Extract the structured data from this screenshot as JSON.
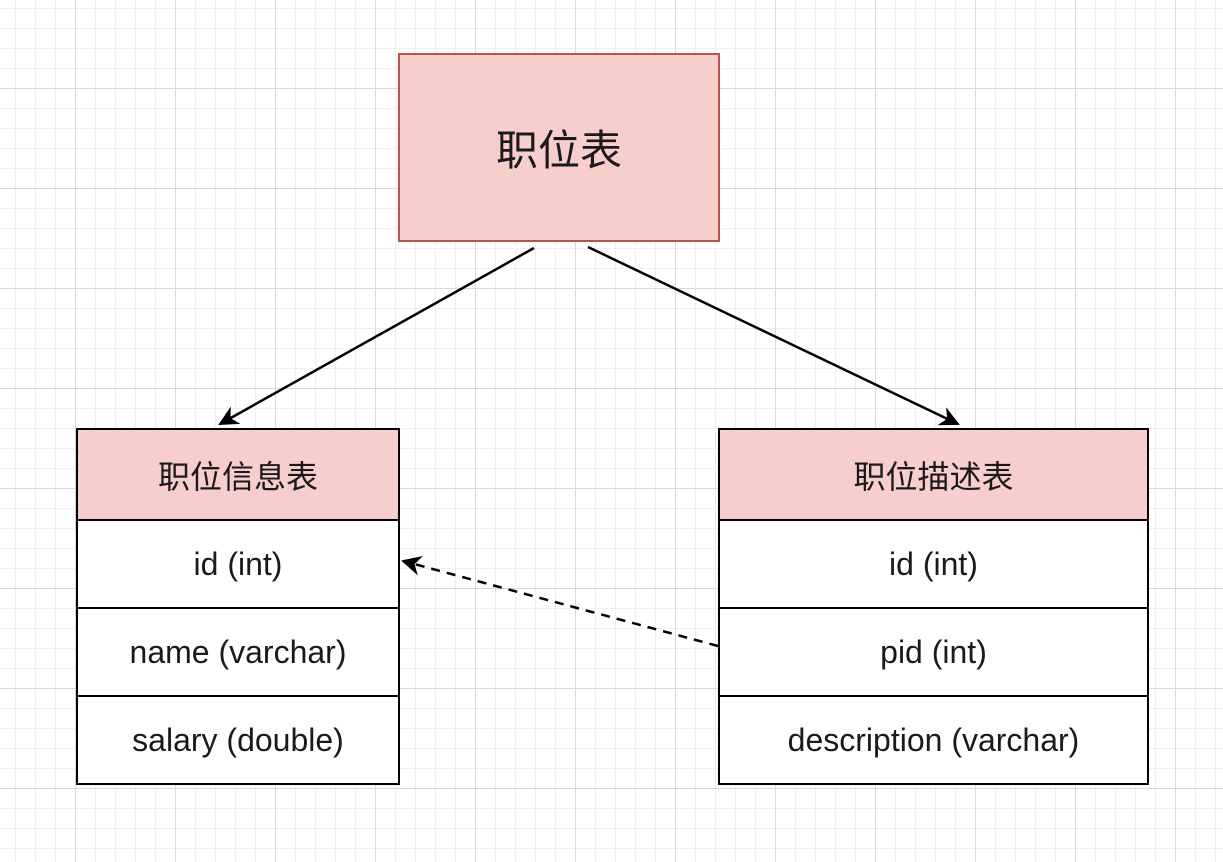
{
  "root": {
    "label": "职位表"
  },
  "tables": [
    {
      "title": "职位信息表",
      "fields": [
        "id (int)",
        "name (varchar)",
        "salary (double)"
      ]
    },
    {
      "title": "职位描述表",
      "fields": [
        "id (int)",
        "pid (int)",
        "description (varchar)"
      ]
    }
  ],
  "connectors": [
    {
      "from": "root",
      "to": "tables.0",
      "style": "solid-arrow"
    },
    {
      "from": "root",
      "to": "tables.1",
      "style": "solid-arrow"
    },
    {
      "from": "tables.1.fields.1",
      "to": "tables.0.fields.0",
      "style": "dashed-arrow"
    }
  ],
  "colors": {
    "header_fill": "#f8cecc",
    "root_stroke": "#b85450",
    "line": "#000000"
  }
}
